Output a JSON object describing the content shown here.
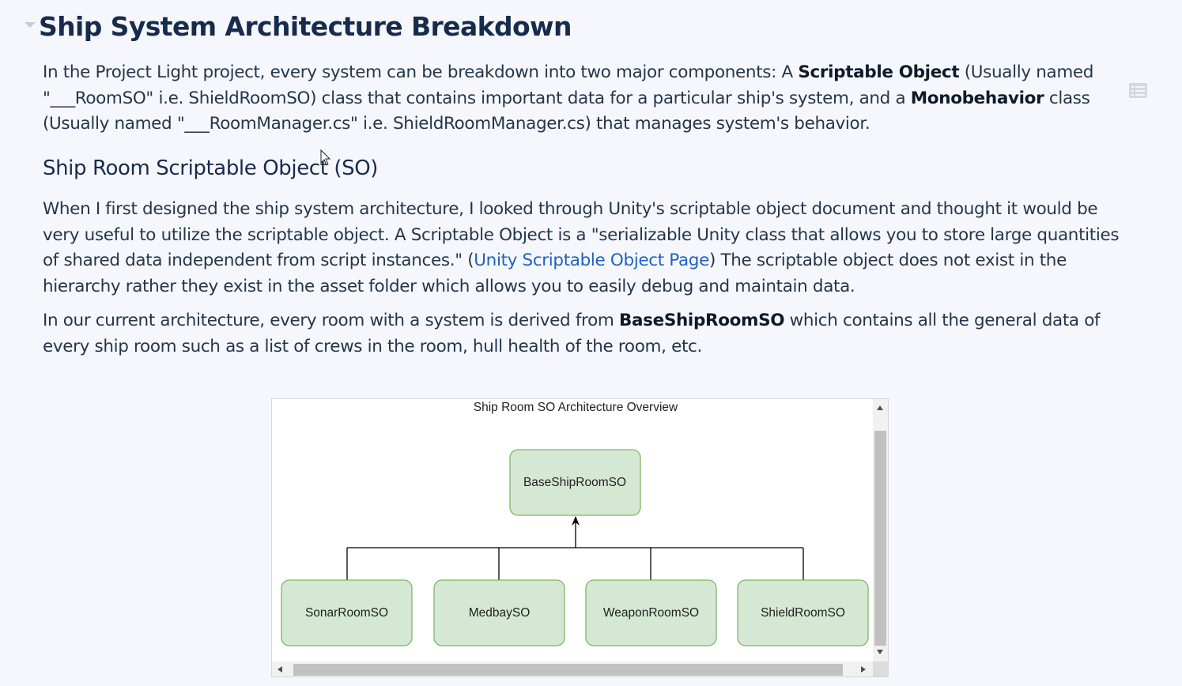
{
  "page": {
    "title": "Ship System Architecture Breakdown",
    "intro": {
      "t1": "In the Project Light project, every system can be breakdown into two major components: A ",
      "b1": "Scriptable Object",
      "t2": " (Usually named \"___RoomSO\" i.e. ShieldRoomSO) class that contains important data for a particular ship's system, and a ",
      "b2": "Monobehavior",
      "t3": " class (Usually named \"___RoomManager.cs\" i.e. ShieldRoomManager.cs) that manages system's behavior."
    },
    "section": {
      "heading": "Ship Room Scriptable Object (SO)",
      "p1": {
        "t1": "When I first designed the ship system architecture, I looked through Unity's scriptable object document and thought it would be very useful to utilize the scriptable object. A Scriptable Object is a \"serializable Unity class that allows you to store large quantities of shared data independent from script instances.\" (",
        "link": "Unity Scriptable Object Page",
        "t2": ") The scriptable object does not exist in the hierarchy rather they exist in the asset folder which allows you to easily debug and maintain data."
      },
      "p2": {
        "t1": "In our current architecture, every room with a system is derived from ",
        "b1": "BaseShipRoomSO",
        "t2": " which contains all the general data of every ship room such as a list of crews in the room, hull health of the room, etc."
      }
    }
  },
  "diagram": {
    "title": "Ship Room SO Architecture Overview",
    "parent": "BaseShipRoomSO",
    "children": [
      "SonarRoomSO",
      "MedbaySO",
      "WeaponRoomSO",
      "ShieldRoomSO"
    ],
    "node_fill": "#d5e8d4",
    "node_stroke": "#82b366"
  },
  "icons": {
    "collapse": "chevron-down-icon",
    "toc": "list-icon",
    "cursor": "mouse-cursor-icon"
  }
}
